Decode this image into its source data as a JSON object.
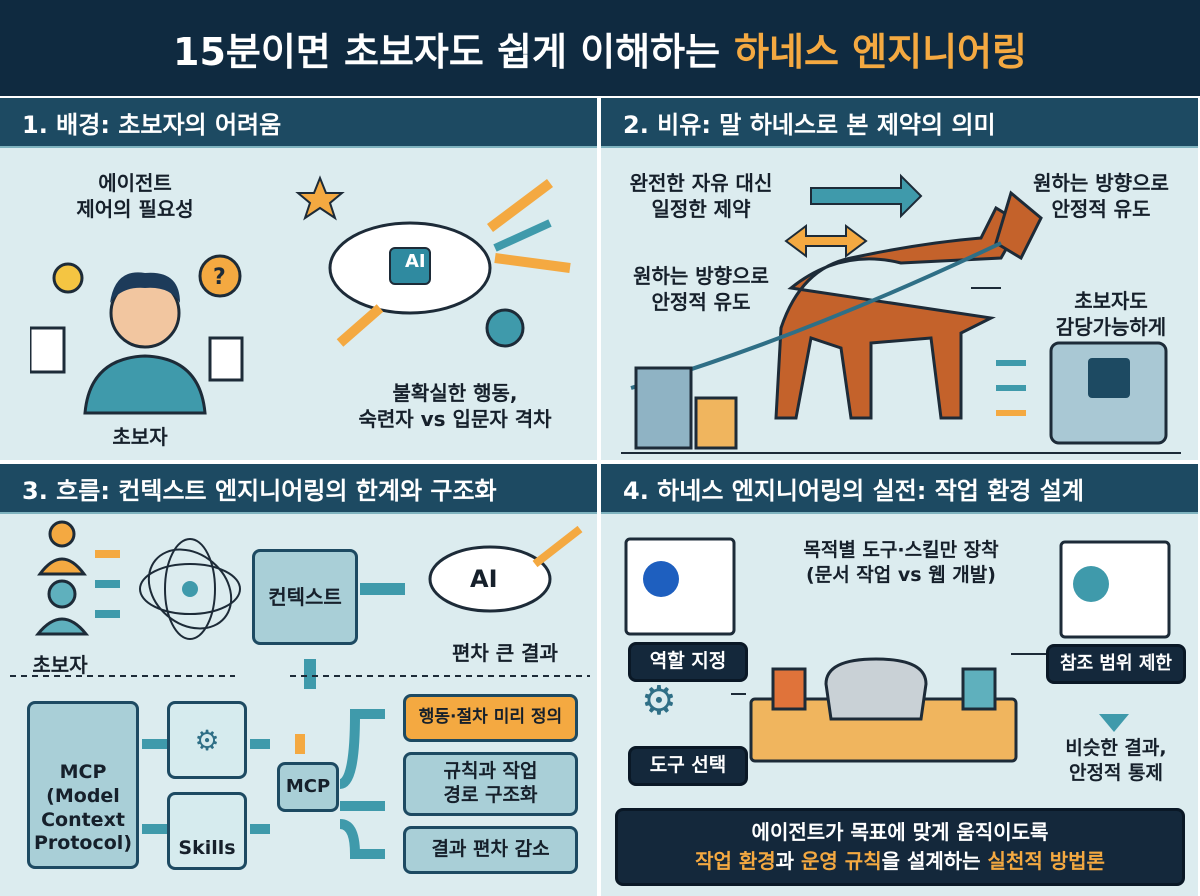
{
  "title": {
    "main": "15분이면 초보자도 쉽게 이해하는",
    "highlight": "하네스 엔지니어링"
  },
  "panel1": {
    "heading": "1. 배경: 초보자의 어려움",
    "need": "에이전트\n제어의 필요성",
    "user_label": "초보자",
    "ai_label": "AI",
    "result": "불확실한 행동,\n숙련자 vs 입문자 격차"
  },
  "panel2": {
    "heading": "2. 비유: 말 하네스로 본 제약의 의미",
    "constraint": "완전한 자유 대신\n일정한 제약",
    "guide_right": "원하는 방향으로\n안정적 유도",
    "guide_left": "원하는 방향으로\n안정적 유도",
    "manageable": "초보자도\n감당가능하게"
  },
  "panel3": {
    "heading": "3. 흐름: 컨텍스트 엔지니어링의 한계와 구조화",
    "user_label": "초보자",
    "context": "컨텍스트",
    "ai_label": "AI",
    "deviation": "편차 큰 결과",
    "mcp_full": "MCP\n(Model\nContext\nProtocol)",
    "skills": "Skills",
    "mcp": "MCP",
    "outcomes": [
      "행동·절차 미리 정의",
      "규칙과 작업\n경로 구조화",
      "결과 편차 감소"
    ]
  },
  "panel4": {
    "heading": "4. 하네스 엔지니어링의 실전: 작업 환경 설계",
    "tools_only": "목적별 도구·스킬만 장착\n(문서 작업 vs 웹 개발)",
    "role": "역할 지정",
    "tool_select": "도구 선택",
    "scope": "참조 범위 제한",
    "stable": "비슷한 결과,\n안정적 통제",
    "summary_line1": "에이전트가 목표에 맞게 움직이도록",
    "summary_hl1": "작업 환경",
    "summary_t1": "과 ",
    "summary_hl2": "운영 규칙",
    "summary_t2": "을 설계하는 ",
    "summary_hl3": "실천적 방법론"
  },
  "colors": {
    "navy": "#0f2a40",
    "header": "#1d4a62",
    "accent": "#f4a941",
    "teal": "#3f9aab",
    "panel_bg": "#dcecef"
  }
}
